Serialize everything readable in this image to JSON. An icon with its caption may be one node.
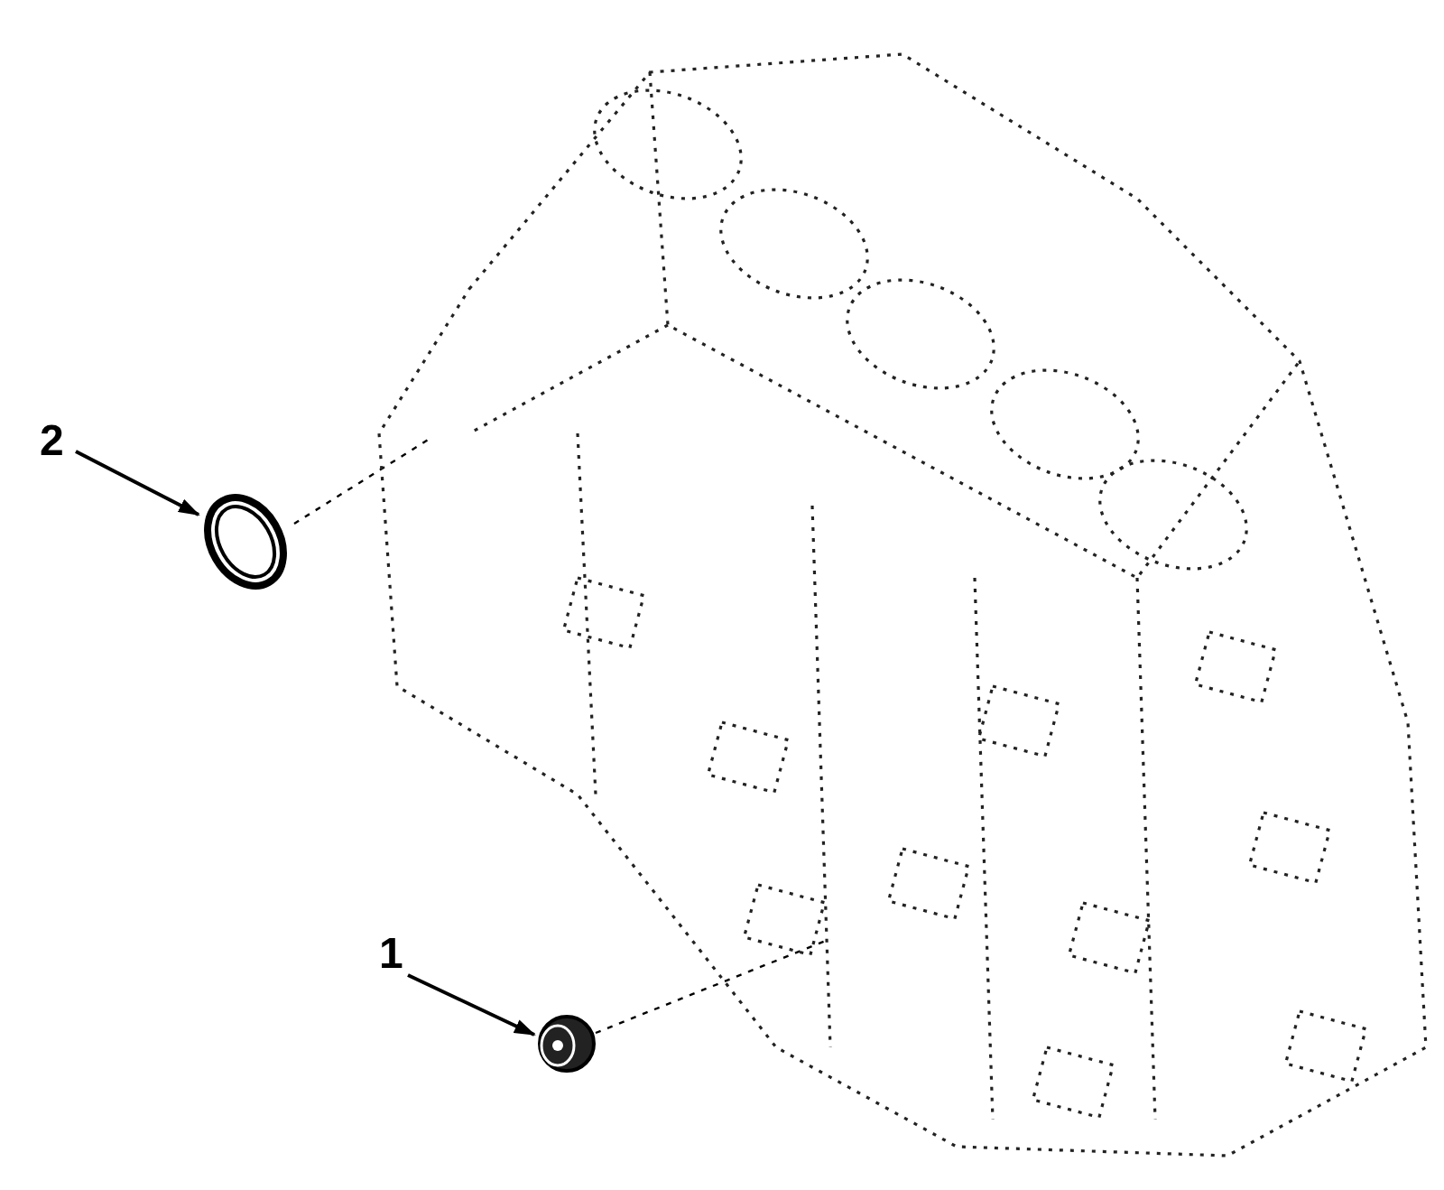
{
  "diagram": {
    "nodes": [
      {
        "text": [
          "2"
        ]
      },
      {
        "text": [],
        "shape": "picture"
      },
      {
        "text": [
          "1"
        ]
      },
      {
        "text": [],
        "shape": "picture"
      },
      {
        "text": [],
        "shape": "picture"
      }
    ],
    "edges": [
      {
        "from": 0,
        "to": 1,
        "arrow": "to"
      },
      {
        "from": 2,
        "to": 3,
        "arrow": "to"
      },
      {
        "from": 1,
        "to": 4,
        "arrow": "none",
        "style": "dashed"
      },
      {
        "from": 3,
        "to": 4,
        "arrow": "none",
        "style": "dashed"
      }
    ]
  }
}
